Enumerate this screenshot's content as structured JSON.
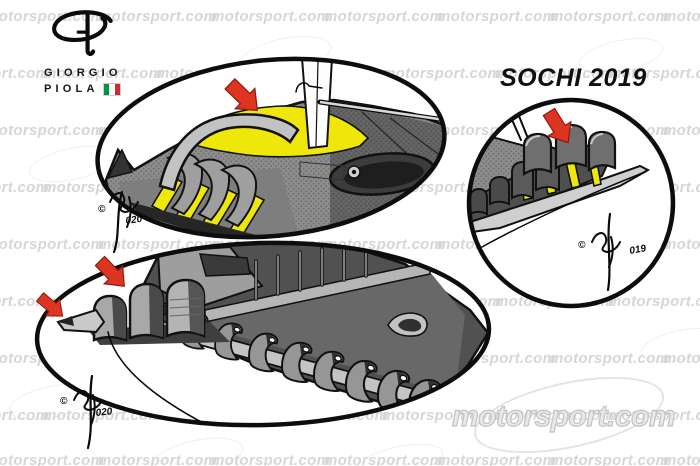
{
  "title": {
    "text": "SOCHI 2019",
    "color": "#101010"
  },
  "brand": {
    "name_line1": "GIORGIO",
    "name_line2": "PIOLA",
    "flag_colors": {
      "green": "#009246",
      "white": "#ffffff",
      "red": "#ce2b37"
    }
  },
  "watermark": {
    "text": "motorsport.com",
    "tile_color": "#d6d6d6",
    "rows_y": [
      8,
      65,
      122,
      179,
      236,
      293,
      350,
      407,
      452
    ],
    "offsets": [
      -15,
      -70
    ],
    "big": {
      "text": "motorsport.com",
      "color": "#c9c9c9"
    }
  },
  "illustrations": {
    "sidepod": {
      "name": "sidepod-deflector-detail",
      "signature_copyright": "©",
      "signature_year": "020"
    },
    "bargeboard": {
      "name": "bargeboard-footplate-detail",
      "signature_copyright": "©",
      "signature_year": "019"
    },
    "floor": {
      "name": "floor-edge-strakes-detail",
      "signature_copyright": "©",
      "signature_year": "020"
    }
  },
  "colors": {
    "highlight_yellow": "#efe70a",
    "arrow_red": "#dd3521",
    "ink": "#0a0a0a",
    "carbon_gray": "#8b8b8b"
  }
}
